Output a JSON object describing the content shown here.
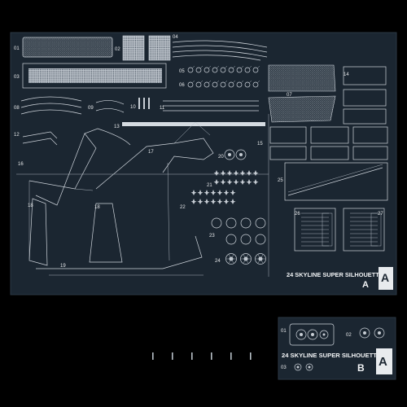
{
  "colors": {
    "background": "#000000",
    "sheet": "#1b2631",
    "etch": "#cfd5dc",
    "text": "#e6e8ea"
  },
  "sheet_a": {
    "title": "24 SKYLINE SUPER SILHOUETTE",
    "letter": "A",
    "logo": "A",
    "part_numbers": [
      "01",
      "02",
      "03",
      "04",
      "05",
      "06",
      "07",
      "08",
      "09",
      "10",
      "11",
      "12",
      "13",
      "14",
      "15",
      "16",
      "17",
      "18",
      "18",
      "19",
      "20",
      "21",
      "22",
      "23",
      "24",
      "25",
      "26",
      "27"
    ]
  },
  "sheet_b": {
    "title": "24 SKYLINE SUPER SILHOUETTE",
    "letter": "B",
    "logo": "A",
    "part_numbers": [
      "01",
      "02",
      "03"
    ]
  },
  "loose_parts": {
    "count": 6,
    "icon": "pin-icon"
  }
}
